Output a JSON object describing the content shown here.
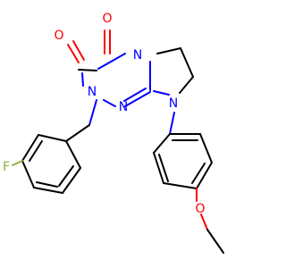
{
  "colors": {
    "background": "#ffffff",
    "carbon_bond": "#000000",
    "oxygen": "#ff0000",
    "nitrogen": "#0000ff",
    "fluorine": "#90b040"
  },
  "atoms": [
    {
      "id": "o_carbonyl_top",
      "element": "O",
      "label": "O"
    },
    {
      "id": "o_carbonyl_left",
      "element": "O",
      "label": "O"
    },
    {
      "id": "n_ring_fused_top",
      "element": "N",
      "label": "N"
    },
    {
      "id": "n_triazine_benzyl",
      "element": "N",
      "label": "N"
    },
    {
      "id": "n_triazine_bottom",
      "element": "N",
      "label": "N"
    },
    {
      "id": "n_imidazoline_aryl",
      "element": "N",
      "label": "N"
    },
    {
      "id": "o_ethoxy",
      "element": "O",
      "label": "O"
    },
    {
      "id": "f_aryl",
      "element": "F",
      "label": "F"
    }
  ]
}
